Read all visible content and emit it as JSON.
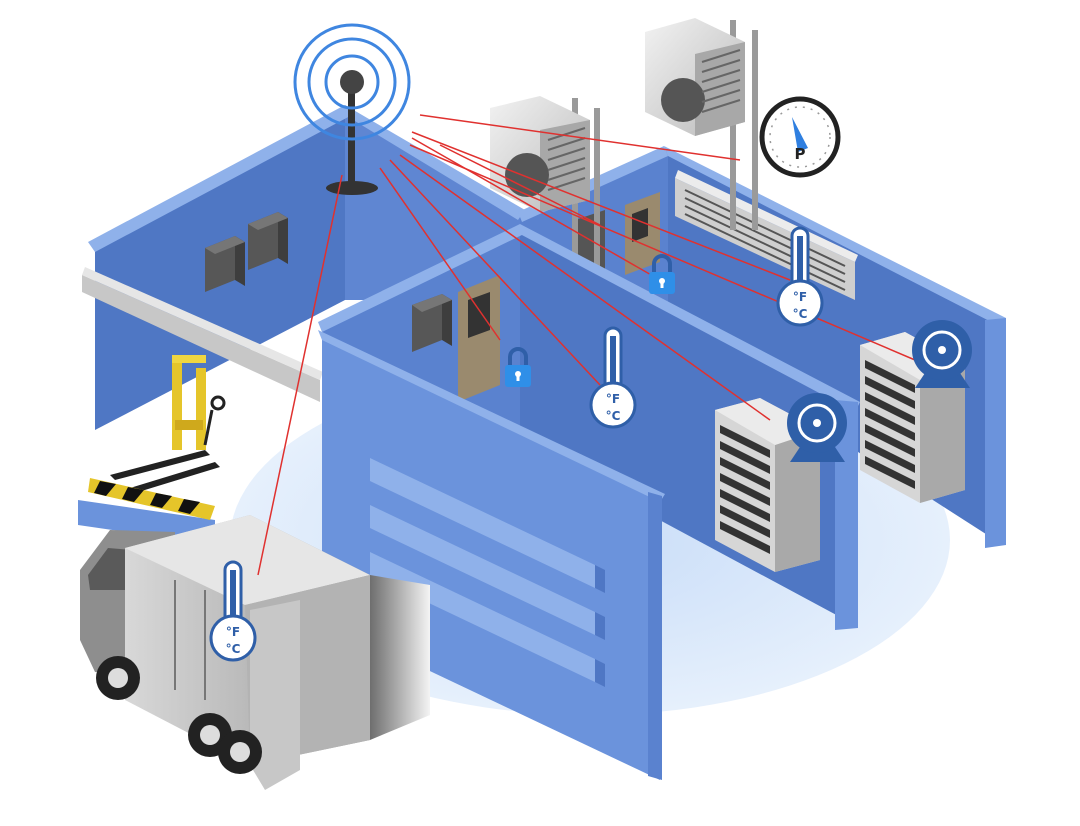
{
  "labels": {
    "fahrenheit": "°F",
    "celsius": "°C",
    "pressure": "P"
  },
  "colors": {
    "wall_front": "#6b93dc",
    "wall_light": "#8fb1ea",
    "wall_dark": "#4f77c4",
    "floor_glow": "#d6e6fb",
    "signal_line": "#e0312f",
    "icon_blue": "#2f5fa8",
    "lock_blue": "#2f8fe8",
    "equipment_grey": "#bdbdbd"
  },
  "icons": [
    "wireless-antenna-icon",
    "thermometer-icon",
    "padlock-icon",
    "camera-icon",
    "pressure-gauge-icon",
    "ac-unit-icon",
    "server-rack-icon",
    "forklift-icon",
    "truck-icon"
  ]
}
